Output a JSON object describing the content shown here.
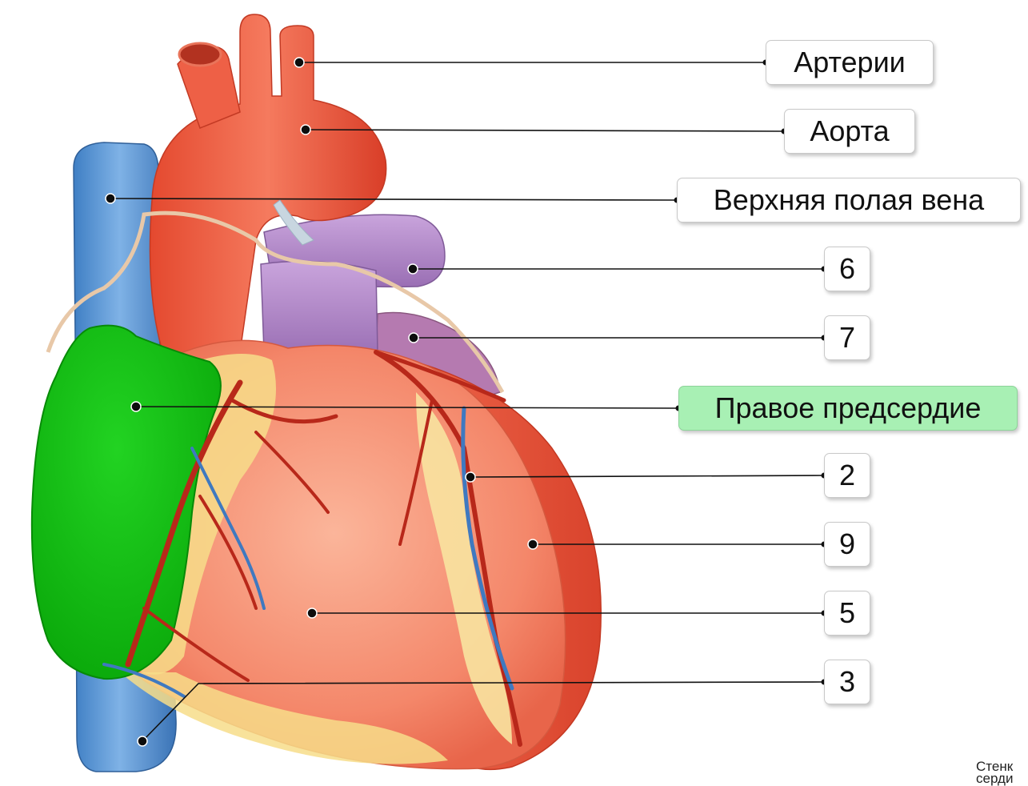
{
  "labels": [
    {
      "id": "arteries",
      "text": "Артерии",
      "state": "answered"
    },
    {
      "id": "aorta",
      "text": "Аорта",
      "state": "answered"
    },
    {
      "id": "svc",
      "text": "Верхняя полая вена",
      "state": "answered"
    },
    {
      "id": "m6",
      "text": "6",
      "state": "placeholder"
    },
    {
      "id": "m7",
      "text": "7",
      "state": "placeholder"
    },
    {
      "id": "ra",
      "text": "Правое предсердие",
      "state": "highlighted"
    },
    {
      "id": "m2",
      "text": "2",
      "state": "placeholder"
    },
    {
      "id": "m9",
      "text": "9",
      "state": "placeholder"
    },
    {
      "id": "m5",
      "text": "5",
      "state": "placeholder"
    },
    {
      "id": "m3",
      "text": "3",
      "state": "placeholder"
    }
  ],
  "corner_note": {
    "line1": "Стенк",
    "line2": "серди"
  },
  "colors": {
    "highlight": "#a8f0b4",
    "aorta": "#ef5a42",
    "vena_cava": "#5b97d6",
    "right_atrium": "#10c010",
    "pulmonary": "#b38cc8",
    "myocardium": "#f59272",
    "fat": "#f7dd8a"
  }
}
